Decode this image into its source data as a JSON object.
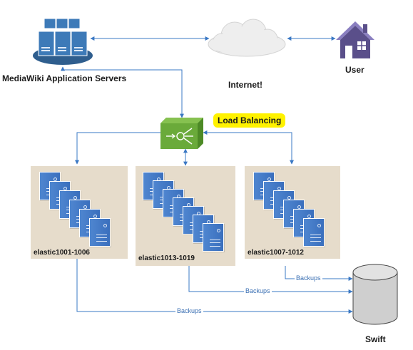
{
  "app_servers": {
    "label": "MediaWiki Application Servers"
  },
  "internet": {
    "label": "Internet!"
  },
  "user": {
    "label": "User"
  },
  "load_balancer": {
    "label": "Load Balancing"
  },
  "clusters": [
    {
      "label": "elastic1001-1006",
      "servers": 6
    },
    {
      "label": "elastic1013-1019",
      "servers": 7
    },
    {
      "label": "elastic1007-1012",
      "servers": 6
    }
  ],
  "backups": [
    {
      "label": "Backups"
    },
    {
      "label": "Backups"
    },
    {
      "label": "Backups"
    }
  ],
  "storage": {
    "label": "Swift"
  },
  "colors": {
    "connector": "#3a78c4",
    "server": "#4f86d0",
    "cluster_bg": "#e6dccb",
    "load_balancer": "#6aaa3a",
    "highlight": "#fff200",
    "house": "#5a4f8a"
  }
}
